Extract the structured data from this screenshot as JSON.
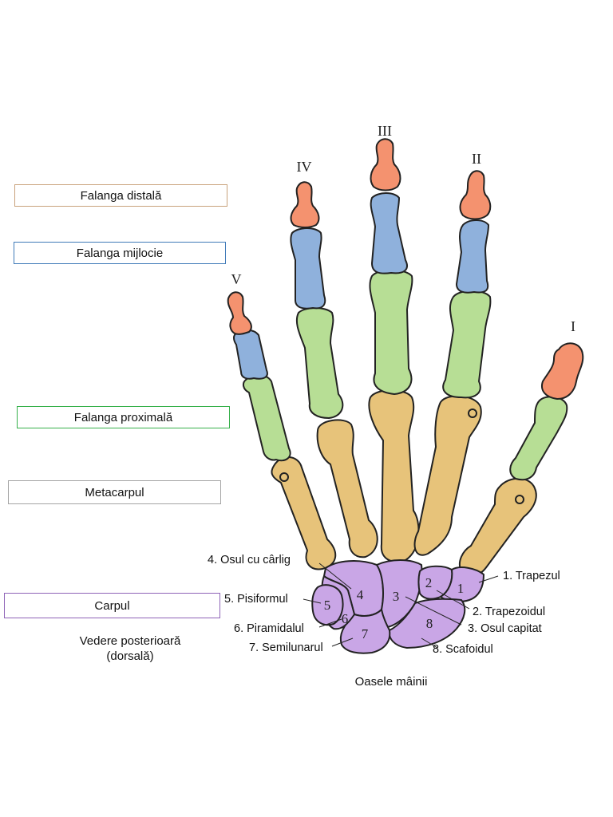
{
  "legend": {
    "distal": {
      "label": "Falanga distală",
      "color": "#f4926f",
      "border": "#c9a27c"
    },
    "middle": {
      "label": "Falanga mijlocie",
      "color": "#8fb1dc",
      "border": "#3f7ab8"
    },
    "proximal": {
      "label": "Falanga proximală",
      "color": "#b7de95",
      "border": "#36b04a"
    },
    "metacarpal": {
      "label": "Metacarpul",
      "color": "#e7c37a",
      "border": "#a3a3a3"
    },
    "carpal": {
      "label": "Carpul",
      "color": "#c9a6e6",
      "border": "#8e63b7"
    }
  },
  "view_caption": [
    "Vedere posterioară",
    "(dorsală)"
  ],
  "figure_caption": "Oasele mâinii",
  "fingers": [
    "I",
    "II",
    "III",
    "IV",
    "V"
  ],
  "carpal_numbers": [
    "1",
    "2",
    "3",
    "4",
    "5",
    "6",
    "7",
    "8"
  ],
  "carpal_labels": {
    "c1": "1. Trapezul",
    "c2": "2. Trapezoidul",
    "c3": "3. Osul capitat",
    "c4": "4. Osul cu cârlig",
    "c5": "5. Pisiformul",
    "c6": "6. Piramidalul",
    "c7": "7. Semilunarul",
    "c8": "8. Scafoidul"
  }
}
